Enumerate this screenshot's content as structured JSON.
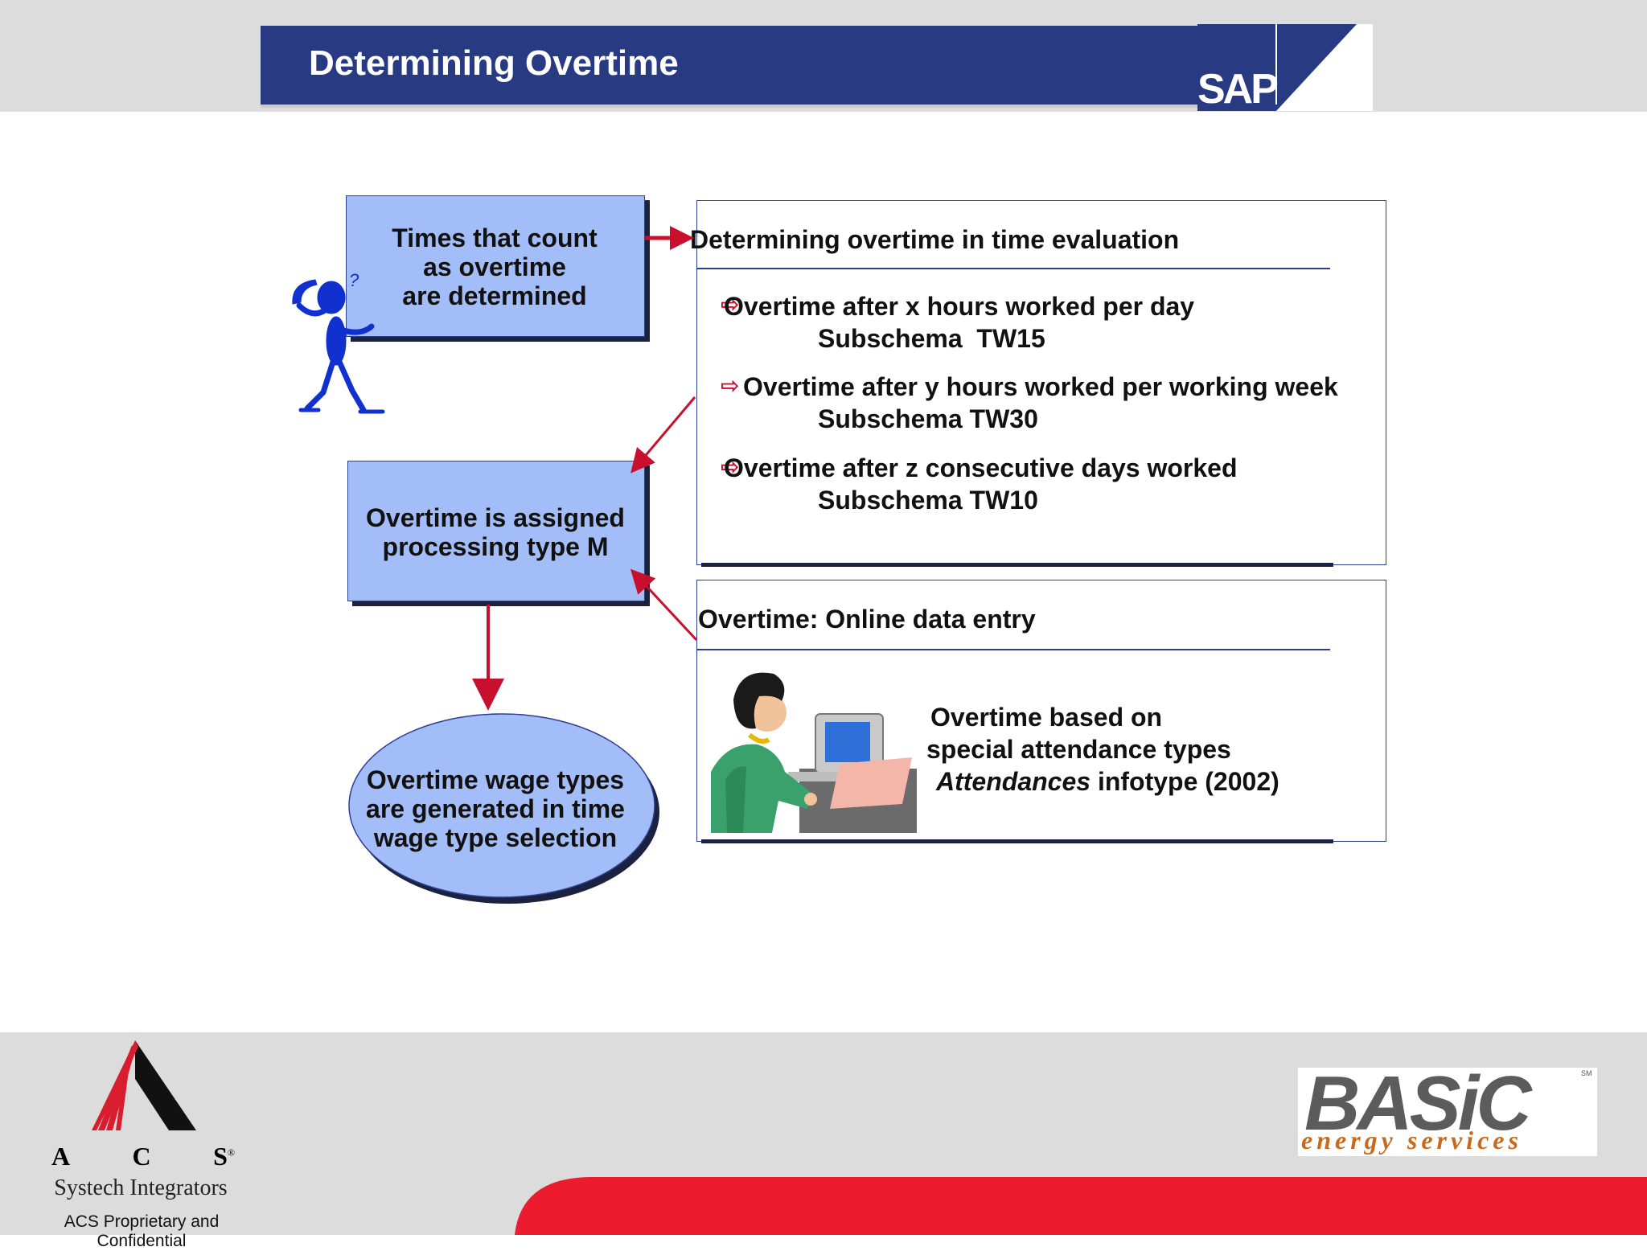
{
  "slide": {
    "title": "Determining Overtime"
  },
  "logos": {
    "sap": "SAP",
    "acs_letters": [
      "A",
      "C",
      "S"
    ],
    "acs_registered": "®",
    "acs_tagline": "Systech Integrators",
    "acs_confidential": "ACS Proprietary and Confidential",
    "basic_word": "BASiC",
    "basic_sub": "energy services",
    "basic_sm": "SM"
  },
  "flow": {
    "box_times": [
      "Times that count",
      "as overtime",
      "are determined"
    ],
    "box_assigned": [
      "Overtime is assigned",
      "processing type M"
    ],
    "ellipse": [
      "Overtime wage types",
      "are generated in time",
      "wage type selection"
    ]
  },
  "panel_eval": {
    "heading": "Determining overtime in time evaluation",
    "items": [
      {
        "main": "Overtime after x hours worked per day",
        "sub": "Subschema  TW15"
      },
      {
        "main": "Overtime after y hours worked per working week",
        "sub": "Subschema TW30"
      },
      {
        "main": "Overtime after z consecutive days worked",
        "sub": "Subschema TW10"
      }
    ],
    "bullet_icon": "⇨"
  },
  "panel_online": {
    "heading": "Overtime: Online data entry",
    "line1": "Overtime based on",
    "line2": "special attendance types",
    "line3_italic": "Attendances",
    "line3_rest": " infotype (2002)"
  },
  "colors": {
    "title_bar": "#283b82",
    "box_fill": "#a3bdf8",
    "arrow_red": "#c8102e",
    "footer_red": "#ec1c2e"
  },
  "icons": {
    "thinking_figure": "thinking-person-icon",
    "clerk": "office-worker-computer-icon"
  }
}
